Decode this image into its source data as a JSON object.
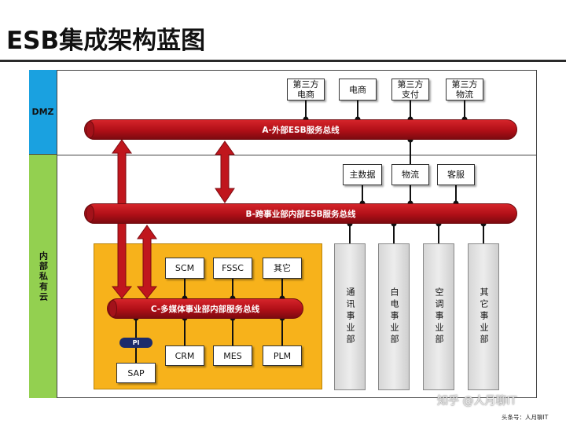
{
  "title": "ESB集成架构蓝图",
  "zones": {
    "dmz": "DMZ",
    "internal": "内部私有云"
  },
  "buses": {
    "a": "A-外部ESB服务总线",
    "b": "B-跨事业部内部ESB服务总线",
    "c": "C-多媒体事业部内部服务总线"
  },
  "external_services": [
    "第三方\n电商",
    "电商",
    "第三方\n支付",
    "第三方\n物流"
  ],
  "shared_services": [
    "主数据",
    "物流",
    "客服"
  ],
  "business_units": [
    "通讯事业部",
    "白电事业部",
    "空调事业部",
    "其它事业部"
  ],
  "media_top_systems": [
    "SCM",
    "FSSC",
    "其它"
  ],
  "media_bottom_systems": [
    "CRM",
    "MES",
    "PLM"
  ],
  "pi_label": "PI",
  "sap_label": "SAP",
  "watermark": "知乎 @人月聊IT",
  "footer": "头条号：人月聊IT",
  "colors": {
    "bus": "#c0161d",
    "dmz": "#1aa1e0",
    "internal": "#93d050",
    "media_zone": "#f7b21b",
    "pi": "#1c2b6b"
  }
}
